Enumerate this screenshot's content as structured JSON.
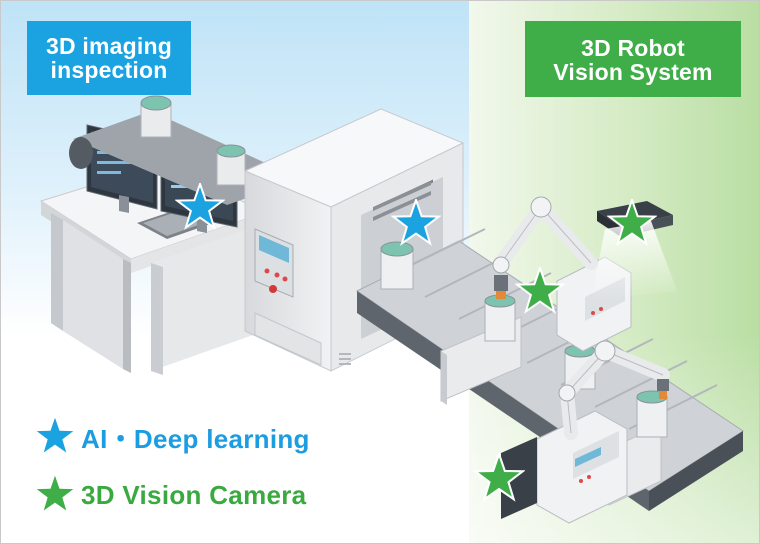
{
  "labels": {
    "inspection_line1": "3D imaging",
    "inspection_line2": "inspection",
    "robot_line1": "3D Robot",
    "robot_line2": "Vision System"
  },
  "legend": {
    "ai_text": "AI・Deep learning",
    "camera_text": "3D Vision Camera"
  },
  "colors": {
    "ai_blue": "#1aa3e0",
    "camera_green": "#3fae48"
  },
  "icons": [
    "star-icon-blue",
    "star-icon-green"
  ]
}
